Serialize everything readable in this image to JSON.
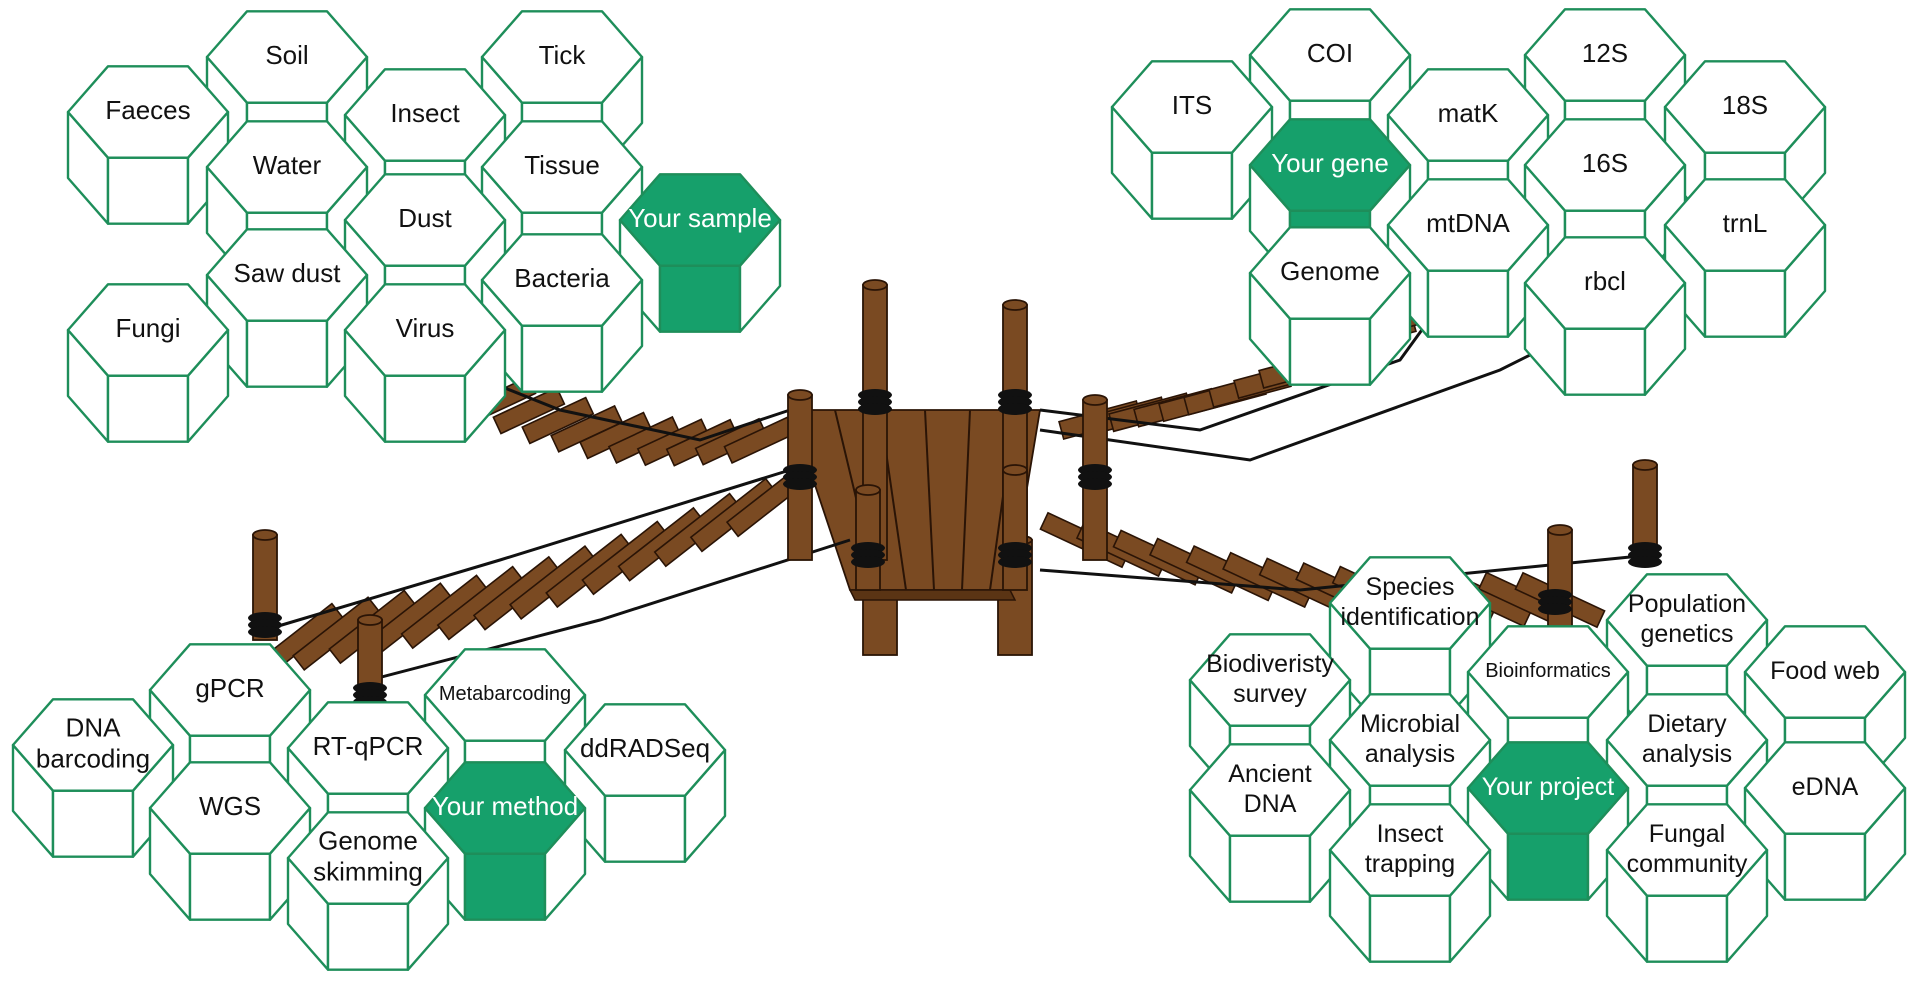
{
  "clusters": [
    {
      "id": "sample",
      "cells": [
        {
          "label": "Soil"
        },
        {
          "label": "Tick"
        },
        {
          "label": "Faeces"
        },
        {
          "label": "Insect"
        },
        {
          "label": "Water"
        },
        {
          "label": "Tissue"
        },
        {
          "label": "Dust"
        },
        {
          "label": "Your sample",
          "highlight": true
        },
        {
          "label": "Saw dust"
        },
        {
          "label": "Bacteria"
        },
        {
          "label": "Fungi"
        },
        {
          "label": "Virus"
        }
      ]
    },
    {
      "id": "gene",
      "cells": [
        {
          "label": "COI"
        },
        {
          "label": "12S"
        },
        {
          "label": "ITS"
        },
        {
          "label": "matK"
        },
        {
          "label": "18S"
        },
        {
          "label": "Your gene",
          "highlight": true
        },
        {
          "label": "16S"
        },
        {
          "label": "mtDNA"
        },
        {
          "label": "trnL"
        },
        {
          "label": "Genome"
        },
        {
          "label": "rbcl"
        }
      ]
    },
    {
      "id": "method",
      "cells": [
        {
          "label": "gPCR"
        },
        {
          "label": "Metabarcoding"
        },
        {
          "label": "DNA\nbarcoding"
        },
        {
          "label": "RT-qPCR"
        },
        {
          "label": "ddRADSeq"
        },
        {
          "label": "WGS"
        },
        {
          "label": "Your method",
          "highlight": true
        },
        {
          "label": "Genome\nskimming"
        }
      ]
    },
    {
      "id": "project",
      "cells": [
        {
          "label": "Species\nidentification"
        },
        {
          "label": "Population\ngenetics"
        },
        {
          "label": "Biodiveristy\nsurvey"
        },
        {
          "label": "Bioinformatics"
        },
        {
          "label": "Food web"
        },
        {
          "label": "Microbial\nanalysis"
        },
        {
          "label": "Dietary\nanalysis"
        },
        {
          "label": "Ancient\nDNA"
        },
        {
          "label": "Your project",
          "highlight": true
        },
        {
          "label": "eDNA"
        },
        {
          "label": "Insect\ntrapping"
        },
        {
          "label": "Fungal\ncommunity"
        }
      ]
    }
  ],
  "colors": {
    "hex_stroke": "#1e8e5a",
    "highlight_fill": "#16a06b",
    "wood": "#7a4a22",
    "wood_outline": "#2a1406"
  }
}
